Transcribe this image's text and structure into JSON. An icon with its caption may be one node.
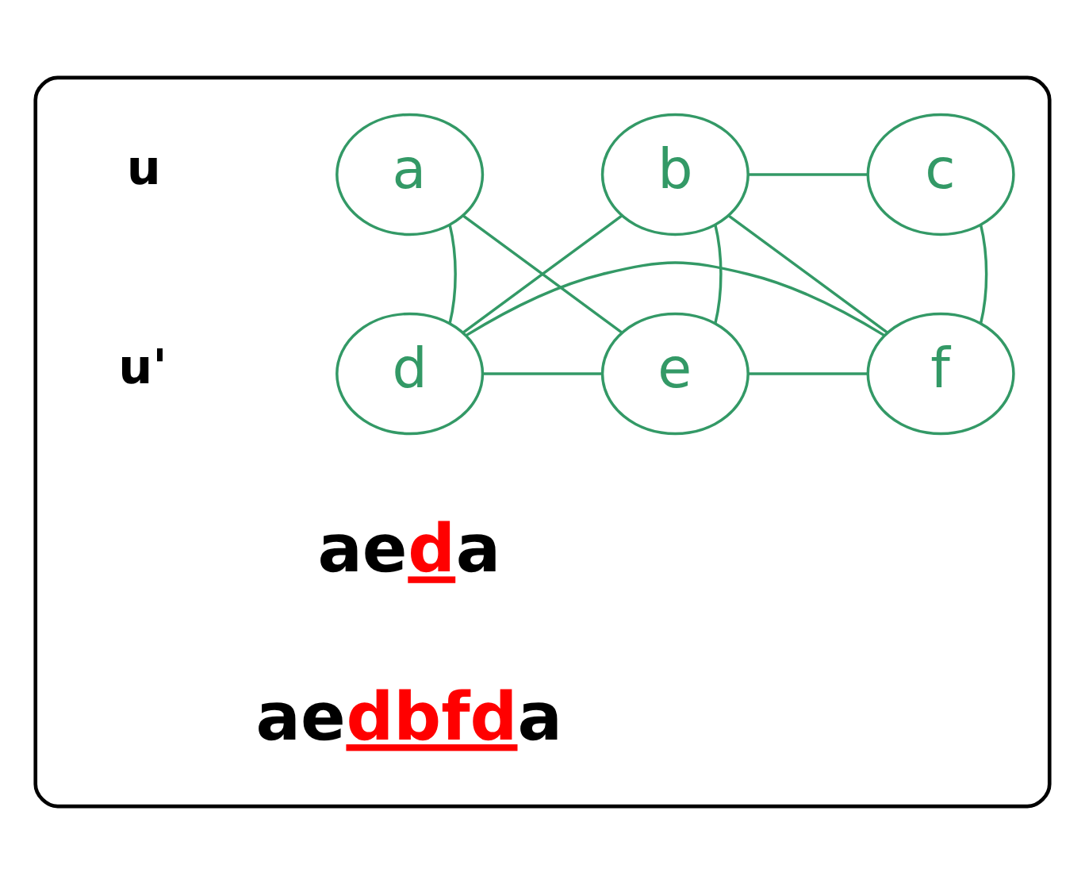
{
  "diagram": {
    "nodes": [
      {
        "text": [],
        "shape": "box"
      },
      {
        "text": [
          "a"
        ],
        "in": 0
      },
      {
        "text": [
          "b"
        ],
        "in": 0
      },
      {
        "text": [
          "c"
        ],
        "in": 0
      },
      {
        "text": [
          "d"
        ],
        "in": 0
      },
      {
        "text": [
          "e"
        ],
        "in": 0
      },
      {
        "text": [
          "f"
        ],
        "in": 0
      }
    ],
    "edges": [
      {
        "from": 1,
        "to": 4,
        "arrow": "none"
      },
      {
        "from": 1,
        "to": 5,
        "arrow": "none"
      },
      {
        "from": 2,
        "to": 3,
        "arrow": "none"
      },
      {
        "from": 2,
        "to": 4,
        "arrow": "none"
      },
      {
        "from": 2,
        "to": 5,
        "arrow": "none"
      },
      {
        "from": 2,
        "to": 6,
        "arrow": "none"
      },
      {
        "from": 3,
        "to": 6,
        "arrow": "none"
      },
      {
        "from": 4,
        "to": 5,
        "arrow": "none"
      },
      {
        "from": 5,
        "to": 6,
        "arrow": "none"
      },
      {
        "from": 4,
        "to": 6,
        "arrow": "none"
      }
    ],
    "labels": [
      "u",
      "u'",
      "ae**d**a",
      "ae**dbfd**a"
    ]
  }
}
